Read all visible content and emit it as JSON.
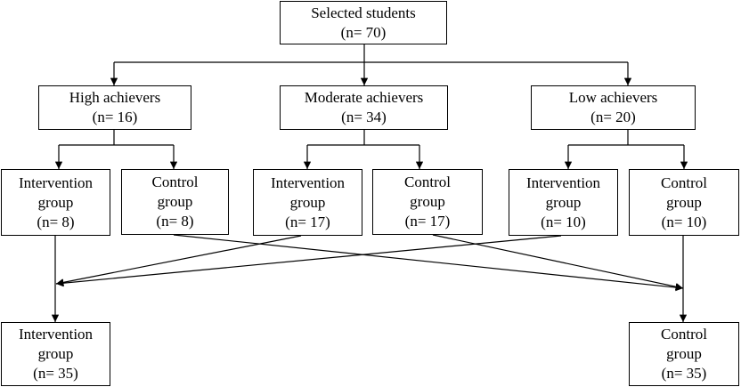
{
  "diagram": {
    "root": {
      "line1": "Selected students",
      "line2": "(n= 70)"
    },
    "levels": {
      "high": {
        "line1": "High achievers",
        "line2": "(n= 16)"
      },
      "moderate": {
        "line1": "Moderate achievers",
        "line2": "(n= 34)"
      },
      "low": {
        "line1": "Low achievers",
        "line2": "(n= 20)"
      }
    },
    "subgroups": {
      "high_intervention": {
        "line1": "Intervention",
        "line2": "group",
        "line3": "(n= 8)"
      },
      "high_control": {
        "line1": "Control",
        "line2": "group",
        "line3": "(n= 8)"
      },
      "moderate_intervention": {
        "line1": "Intervention",
        "line2": "group",
        "line3": "(n= 17)"
      },
      "moderate_control": {
        "line1": "Control",
        "line2": "group",
        "line3": "(n= 17)"
      },
      "low_intervention": {
        "line1": "Intervention",
        "line2": "group",
        "line3": "(n= 10)"
      },
      "low_control": {
        "line1": "Control",
        "line2": "group",
        "line3": "(n= 10)"
      }
    },
    "final": {
      "intervention": {
        "line1": "Intervention",
        "line2": "group",
        "line3": "(n= 35)"
      },
      "control": {
        "line1": "Control",
        "line2": "group",
        "line3": "(n= 35)"
      }
    },
    "colors": {
      "line": "#000000",
      "box_border": "#000000",
      "background": "#ffffff"
    }
  }
}
